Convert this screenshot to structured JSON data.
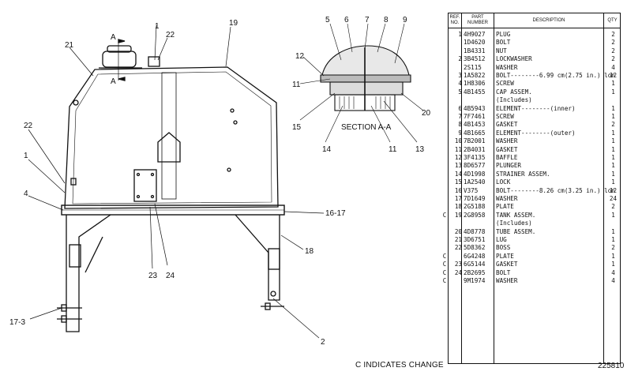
{
  "figure": {
    "callouts": [
      "1",
      "22",
      "19",
      "21",
      "A",
      "A",
      "22",
      "1",
      "4",
      "16-17",
      "18",
      "23",
      "24",
      "17-3",
      "2"
    ],
    "section": {
      "label": "SECTION A-A",
      "callouts": [
        "5",
        "6",
        "7",
        "8",
        "9",
        "12",
        "11",
        "15",
        "14",
        "11",
        "13",
        "20"
      ]
    },
    "note": "C INDICATES CHANGE",
    "doc_number": "225810"
  },
  "table": {
    "headers": {
      "ref": "REF. NO.",
      "part": "PART NUMBER",
      "desc": "DESCRIPTION",
      "qty": "QTY"
    },
    "rows": [
      {
        "mark": "",
        "ref": "1",
        "part": "4H9027",
        "desc": "PLUG",
        "qty": "2"
      },
      {
        "mark": "",
        "ref": "",
        "part": "1D4620",
        "desc": "BOLT",
        "qty": "2"
      },
      {
        "mark": "",
        "ref": "",
        "part": "1B4331",
        "desc": "NUT",
        "qty": "2"
      },
      {
        "mark": "",
        "ref": "2",
        "part": "3B4512",
        "desc": "LOCKWASHER",
        "qty": "2"
      },
      {
        "mark": "",
        "ref": "",
        "part": "2S115",
        "desc": "WASHER",
        "qty": "4"
      },
      {
        "mark": "",
        "ref": "3",
        "part": "1A5822",
        "desc": "BOLT--------6.99 cm(2.75 in.) long",
        "qty": "12"
      },
      {
        "mark": "",
        "ref": "4",
        "part": "1H8306",
        "desc": "SCREW",
        "qty": "1"
      },
      {
        "mark": "",
        "ref": "5",
        "part": "4B1455",
        "desc": "CAP ASSEM.",
        "qty": "1"
      },
      {
        "mark": "",
        "ref": "",
        "part": "",
        "desc": "(Includes)",
        "qty": ""
      },
      {
        "mark": "",
        "ref": "6",
        "part": "4B5943",
        "desc": "ELEMENT--------(inner)",
        "qty": "1"
      },
      {
        "mark": "",
        "ref": "7",
        "part": "7F7461",
        "desc": "SCREW",
        "qty": "1"
      },
      {
        "mark": "",
        "ref": "8",
        "part": "4B1453",
        "desc": "GASKET",
        "qty": "2"
      },
      {
        "mark": "",
        "ref": "9",
        "part": "4B1665",
        "desc": "ELEMENT--------(outer)",
        "qty": "1"
      },
      {
        "mark": "",
        "ref": "10",
        "part": "7B2001",
        "desc": "WASHER",
        "qty": "1"
      },
      {
        "mark": "",
        "ref": "11",
        "part": "2B4031",
        "desc": "GASKET",
        "qty": "1"
      },
      {
        "mark": "",
        "ref": "12",
        "part": "3F4135",
        "desc": "BAFFLE",
        "qty": "1"
      },
      {
        "mark": "",
        "ref": "13",
        "part": "8D6577",
        "desc": "PLUNGER",
        "qty": "1"
      },
      {
        "mark": "",
        "ref": "14",
        "part": "4D1998",
        "desc": "STRAINER ASSEM.",
        "qty": "1"
      },
      {
        "mark": "",
        "ref": "15",
        "part": "1A2540",
        "desc": "LOCK",
        "qty": "1"
      },
      {
        "mark": "",
        "ref": "16",
        "part": "V375",
        "desc": "BOLT--------8.26 cm(3.25 in.) long",
        "qty": "12"
      },
      {
        "mark": "",
        "ref": "17",
        "part": "7D1649",
        "desc": "WASHER",
        "qty": "24"
      },
      {
        "mark": "",
        "ref": "18",
        "part": "2G5188",
        "desc": "PLATE",
        "qty": "2"
      },
      {
        "mark": "C",
        "ref": "19",
        "part": "2G8958",
        "desc": "TANK ASSEM.",
        "qty": "1"
      },
      {
        "mark": "",
        "ref": "",
        "part": "",
        "desc": "(Includes)",
        "qty": ""
      },
      {
        "mark": "",
        "ref": "20",
        "part": "4D8778",
        "desc": "TUBE ASSEM.",
        "qty": "1"
      },
      {
        "mark": "",
        "ref": "21",
        "part": "3D6751",
        "desc": "LUG",
        "qty": "1"
      },
      {
        "mark": "",
        "ref": "22",
        "part": "5D8362",
        "desc": "BOSS",
        "qty": "2"
      },
      {
        "mark": "C",
        "ref": "",
        "part": "6G4248",
        "desc": "PLATE",
        "qty": "1"
      },
      {
        "mark": "C",
        "ref": "23",
        "part": "6G5144",
        "desc": "GASKET",
        "qty": "1"
      },
      {
        "mark": "C",
        "ref": "24",
        "part": "2B2695",
        "desc": "BOLT",
        "qty": "4"
      },
      {
        "mark": "C",
        "ref": "",
        "part": "9M1974",
        "desc": "WASHER",
        "qty": "4"
      }
    ]
  }
}
